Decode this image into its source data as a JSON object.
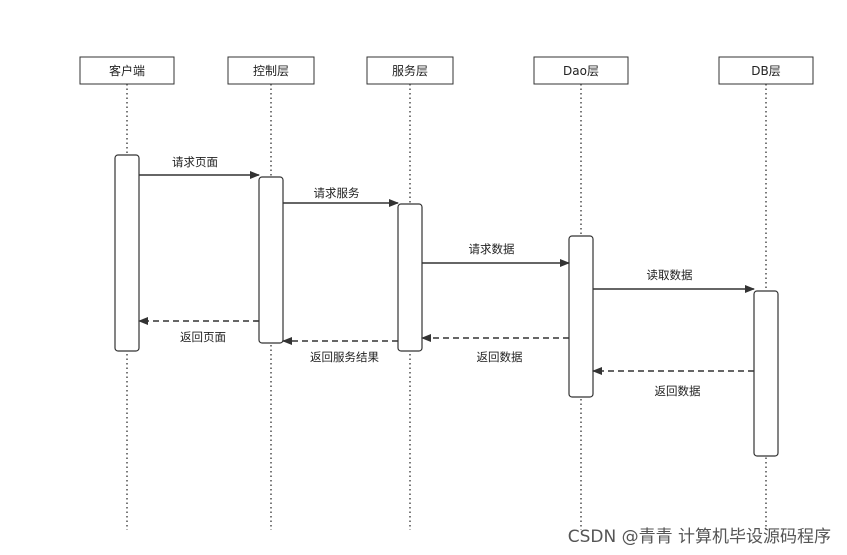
{
  "participants": [
    {
      "id": "client",
      "label": "客户端"
    },
    {
      "id": "control",
      "label": "控制层"
    },
    {
      "id": "service",
      "label": "服务层"
    },
    {
      "id": "dao",
      "label": "Dao层"
    },
    {
      "id": "db",
      "label": "DB层"
    }
  ],
  "messages": [
    {
      "from": "client",
      "to": "control",
      "label": "请求页面",
      "type": "call"
    },
    {
      "from": "control",
      "to": "service",
      "label": "请求服务",
      "type": "call"
    },
    {
      "from": "service",
      "to": "dao",
      "label": "请求数据",
      "type": "call"
    },
    {
      "from": "dao",
      "to": "db",
      "label": "读取数据",
      "type": "call"
    },
    {
      "from": "control",
      "to": "client",
      "label": "返回页面",
      "type": "return"
    },
    {
      "from": "service",
      "to": "control",
      "label": "返回服务结果",
      "type": "return"
    },
    {
      "from": "dao",
      "to": "service",
      "label": "返回数据",
      "type": "return"
    },
    {
      "from": "db",
      "to": "dao",
      "label": "返回数据",
      "type": "return"
    }
  ],
  "watermark": "CSDN @青青  计算机毕设源码程序",
  "colors": {
    "line": "#333333",
    "text": "#222222",
    "watermark": "#555555"
  }
}
